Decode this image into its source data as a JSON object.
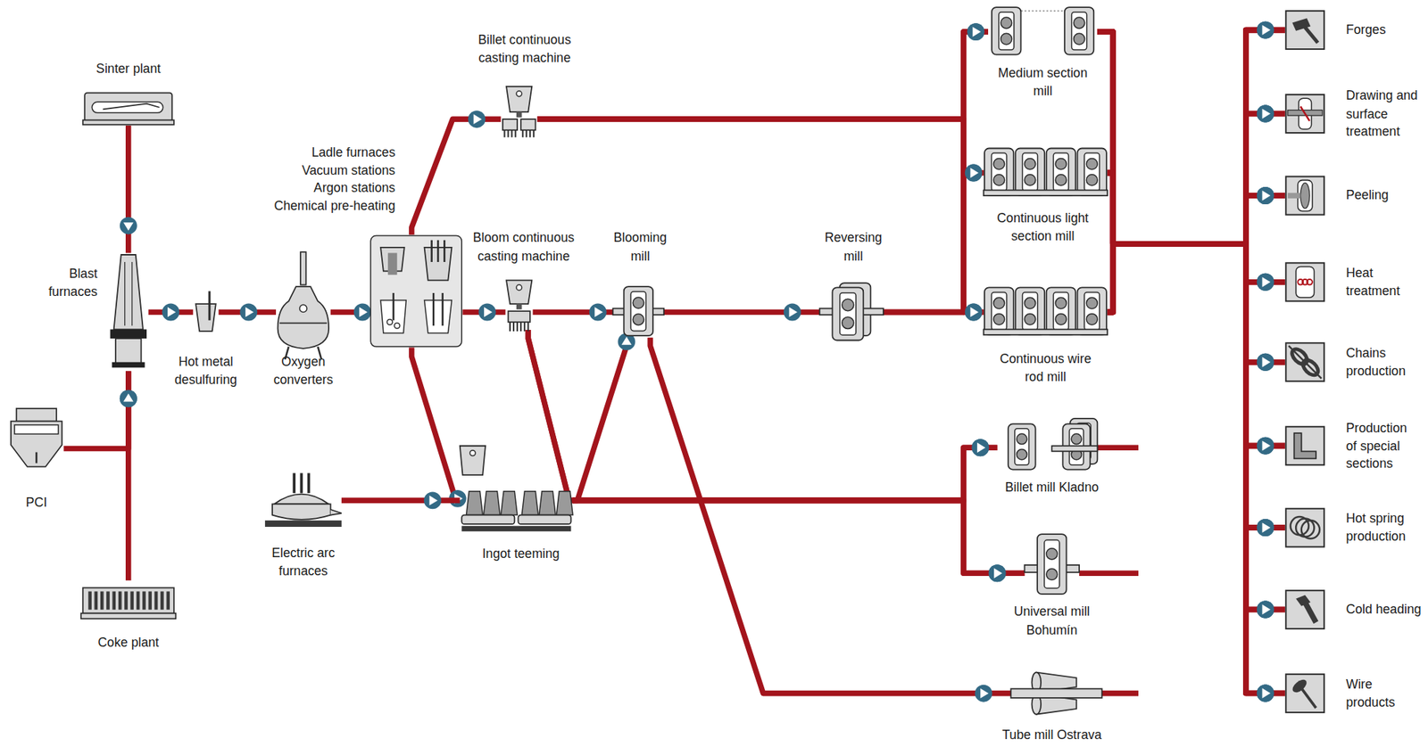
{
  "diagram": {
    "nodes": [
      {
        "text": [
          "Sinter plant"
        ]
      },
      {
        "text": [
          "Blast furnaces"
        ]
      },
      {
        "text": [
          "PCI"
        ]
      },
      {
        "text": [
          "Coke plant"
        ]
      },
      {
        "text": [
          "Hot metal desulfuring"
        ]
      },
      {
        "text": [
          "Oxygen converters"
        ]
      },
      {
        "text": [
          "Ladle furnaces Vacuum stations Argon stations Chemical pre-heating"
        ]
      },
      {
        "text": [
          "Billet continuous casting machine"
        ]
      },
      {
        "text": [
          "Bloom continuous casting machine"
        ]
      },
      {
        "text": [
          "Electric arc furnaces"
        ]
      },
      {
        "text": [
          "Ingot teeming"
        ]
      },
      {
        "text": [
          "Blooming mill"
        ]
      },
      {
        "text": [
          "Reversing mill"
        ]
      },
      {
        "text": [
          "Medium section mill"
        ]
      },
      {
        "text": [
          "Continuous light section mill"
        ]
      },
      {
        "text": [
          "Continuous wire rod mill"
        ]
      },
      {
        "text": [
          "Billet mill Kladno"
        ]
      },
      {
        "text": [
          "Universal mill Bohumín"
        ]
      },
      {
        "text": [
          "Tube mill Ostrava"
        ]
      },
      {
        "text": [
          "Forges"
        ]
      },
      {
        "text": [
          "Drawing and surface treatment"
        ]
      },
      {
        "text": [
          "Peeling"
        ]
      },
      {
        "text": [
          "Heat treatment"
        ]
      },
      {
        "text": [
          "Chains production"
        ]
      },
      {
        "text": [
          "Production of special sections"
        ]
      },
      {
        "text": [
          "Hot spring production"
        ]
      },
      {
        "text": [
          "Cold heading"
        ]
      },
      {
        "text": [
          "Wire products"
        ]
      }
    ],
    "edges": [
      {
        "from": 0,
        "to": 1,
        "arrow": "to"
      },
      {
        "from": 2,
        "to": 1,
        "arrow": "to"
      },
      {
        "from": 3,
        "to": 1,
        "arrow": "to"
      },
      {
        "from": 1,
        "to": 4,
        "arrow": "to"
      },
      {
        "from": 4,
        "to": 5,
        "arrow": "to"
      },
      {
        "from": 5,
        "to": 6,
        "arrow": "to"
      },
      {
        "from": 6,
        "to": 7,
        "arrow": "to"
      },
      {
        "from": 6,
        "to": 8,
        "arrow": "to"
      },
      {
        "from": 6,
        "to": 10,
        "arrow": "to"
      },
      {
        "from": 9,
        "to": 10,
        "arrow": "to"
      },
      {
        "from": 7,
        "to": 13,
        "arrow": "to"
      },
      {
        "from": 7,
        "to": 14,
        "arrow": "to"
      },
      {
        "from": 7,
        "to": 15,
        "arrow": "to"
      },
      {
        "from": 8,
        "to": 11,
        "arrow": "to"
      },
      {
        "from": 8,
        "to": 16,
        "arrow": "to"
      },
      {
        "from": 8,
        "to": 17,
        "arrow": "to"
      },
      {
        "from": 10,
        "to": 11,
        "arrow": "to"
      },
      {
        "from": 10,
        "to": 16,
        "arrow": "to"
      },
      {
        "from": 10,
        "to": 17,
        "arrow": "to"
      },
      {
        "from": 11,
        "to": 12,
        "arrow": "to"
      },
      {
        "from": 11,
        "to": 18,
        "arrow": "to"
      },
      {
        "from": 12,
        "to": 13,
        "arrow": "to"
      },
      {
        "from": 12,
        "to": 14,
        "arrow": "to"
      },
      {
        "from": 12,
        "to": 15,
        "arrow": "to"
      },
      {
        "from": 13,
        "to": 19,
        "arrow": "to"
      },
      {
        "from": 13,
        "to": 20,
        "arrow": "to"
      },
      {
        "from": 13,
        "to": 21,
        "arrow": "to"
      },
      {
        "from": 13,
        "to": 22,
        "arrow": "to"
      },
      {
        "from": 13,
        "to": 23,
        "arrow": "to"
      },
      {
        "from": 13,
        "to": 24,
        "arrow": "to"
      },
      {
        "from": 13,
        "to": 25,
        "arrow": "to"
      },
      {
        "from": 13,
        "to": 26,
        "arrow": "to"
      },
      {
        "from": 13,
        "to": 27,
        "arrow": "to"
      },
      {
        "from": 14,
        "to": 19,
        "arrow": "to"
      },
      {
        "from": 14,
        "to": 20,
        "arrow": "to"
      },
      {
        "from": 14,
        "to": 21,
        "arrow": "to"
      },
      {
        "from": 14,
        "to": 22,
        "arrow": "to"
      },
      {
        "from": 14,
        "to": 23,
        "arrow": "to"
      },
      {
        "from": 14,
        "to": 24,
        "arrow": "to"
      },
      {
        "from": 14,
        "to": 25,
        "arrow": "to"
      },
      {
        "from": 14,
        "to": 26,
        "arrow": "to"
      },
      {
        "from": 14,
        "to": 27,
        "arrow": "to"
      },
      {
        "from": 15,
        "to": 19,
        "arrow": "to"
      },
      {
        "from": 15,
        "to": 20,
        "arrow": "to"
      },
      {
        "from": 15,
        "to": 21,
        "arrow": "to"
      },
      {
        "from": 15,
        "to": 22,
        "arrow": "to"
      },
      {
        "from": 15,
        "to": 23,
        "arrow": "to"
      },
      {
        "from": 15,
        "to": 24,
        "arrow": "to"
      },
      {
        "from": 15,
        "to": 25,
        "arrow": "to"
      },
      {
        "from": 15,
        "to": 26,
        "arrow": "to"
      },
      {
        "from": 15,
        "to": 27,
        "arrow": "to"
      }
    ]
  }
}
